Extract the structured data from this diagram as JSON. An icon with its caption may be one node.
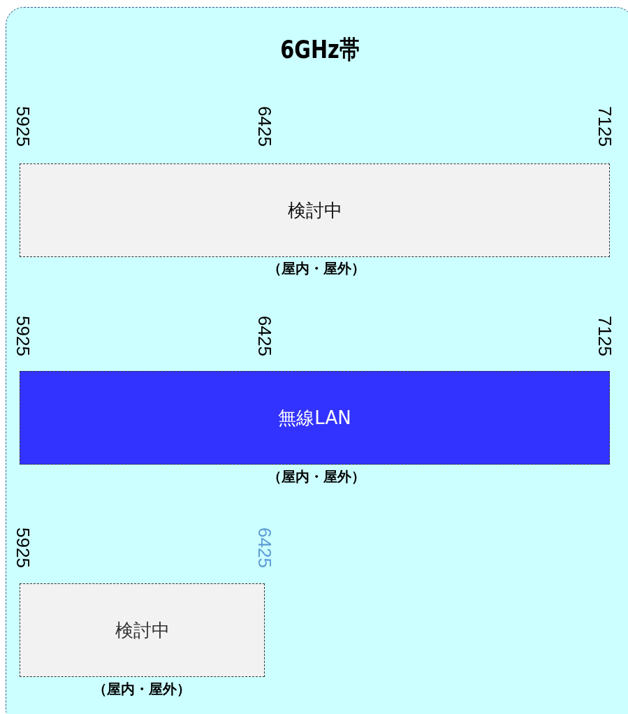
{
  "diagram": {
    "nodes": [
      {
        "text": [
          "6GHz帯"
        ]
      },
      {
        "text": [
          "検討中"
        ],
        "in": 0,
        "beside": [
          "（屋内・屋外）"
        ]
      },
      {
        "text": [
          "無線LAN"
        ],
        "in": 0,
        "beside": [
          "（屋内・屋外）"
        ]
      },
      {
        "text": [
          "検討中"
        ],
        "in": 0,
        "beside": [
          "（屋内・屋外）"
        ]
      }
    ],
    "edges": [],
    "labels": [
      "5925",
      "6425",
      "7125",
      "5925",
      "6425",
      "7125",
      "5925",
      "6425"
    ]
  }
}
